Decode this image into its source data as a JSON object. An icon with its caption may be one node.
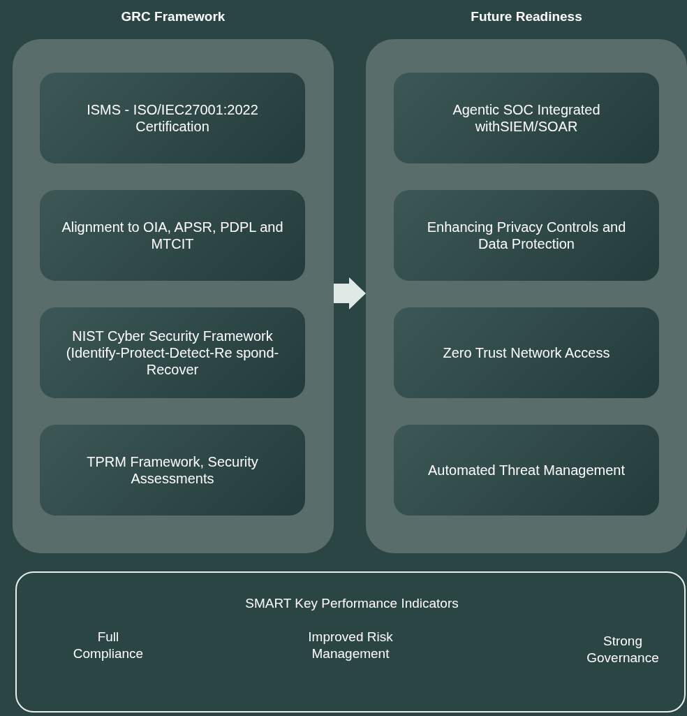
{
  "diagram": {
    "nodes": [
      {
        "text": [
          "GRC Framework"
        ]
      },
      {
        "text": [
          "ISMS - ISO/IEC27001:2022 Certification"
        ],
        "in": 0
      },
      {
        "text": [
          "Alignment to OIA, APSR, PDPL and MTCIT"
        ],
        "in": 0
      },
      {
        "text": [
          "NIST Cyber Security Framework (Identify-Protect-Detect-Re spond-Recover"
        ],
        "in": 0
      },
      {
        "text": [
          "TPRM Framework, Security Assessments"
        ],
        "in": 0
      },
      {
        "text": [
          "Future Readiness"
        ]
      },
      {
        "text": [
          "Agentic SOC Integrated withSIEM/SOAR"
        ],
        "in": 5
      },
      {
        "text": [
          "Enhancing Privacy Controls and Data Protection"
        ],
        "in": 5
      },
      {
        "text": [
          "Zero Trust Network Access"
        ],
        "in": 5
      },
      {
        "text": [
          "Automated Threat Management"
        ],
        "in": 5
      },
      {
        "text": [
          "SMART Key Performance Indicators",
          "Full Compliance",
          "Improved Risk Management",
          "Strong Governance"
        ]
      }
    ],
    "edges": [
      {
        "from": 0,
        "to": 5,
        "arrow": "to"
      }
    ]
  }
}
